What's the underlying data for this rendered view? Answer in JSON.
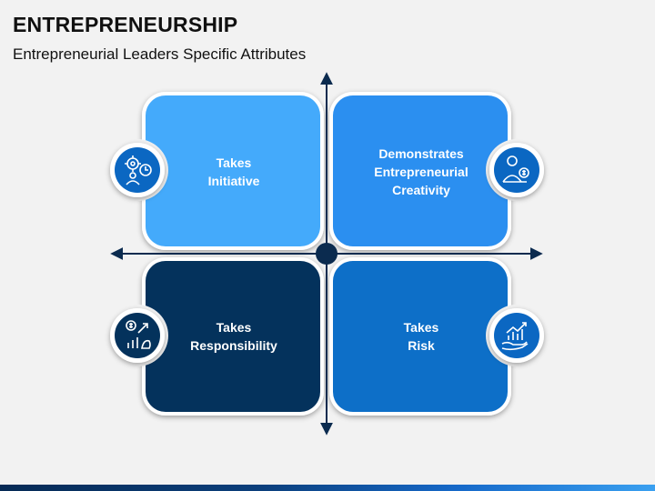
{
  "header": {
    "title": "ENTREPRENEURSHIP",
    "subtitle": "Entrepreneurial Leaders Specific Attributes"
  },
  "quadrants": [
    {
      "id": "top-left",
      "label_lines": [
        "Takes",
        "Initiative"
      ],
      "color": "#44aafb",
      "icon": "gear-clock-person-icon"
    },
    {
      "id": "top-right",
      "label_lines": [
        "Demonstrates",
        "Entrepreneurial",
        "Creativity"
      ],
      "color": "#2b8ff0",
      "icon": "businessman-idea-icon"
    },
    {
      "id": "bottom-left",
      "label_lines": [
        "Takes",
        "Responsibility"
      ],
      "color": "#04325c",
      "icon": "dollar-growth-hand-icon"
    },
    {
      "id": "bottom-right",
      "label_lines": [
        "Takes",
        "Risk"
      ],
      "color": "#0d6fc8",
      "icon": "hand-rising-chart-icon"
    }
  ],
  "colors": {
    "axis": "#0b2b4f",
    "icon_circle": "#0b67c2",
    "icon_circle_dark": "#04325c",
    "background": "#f2f2f2"
  }
}
